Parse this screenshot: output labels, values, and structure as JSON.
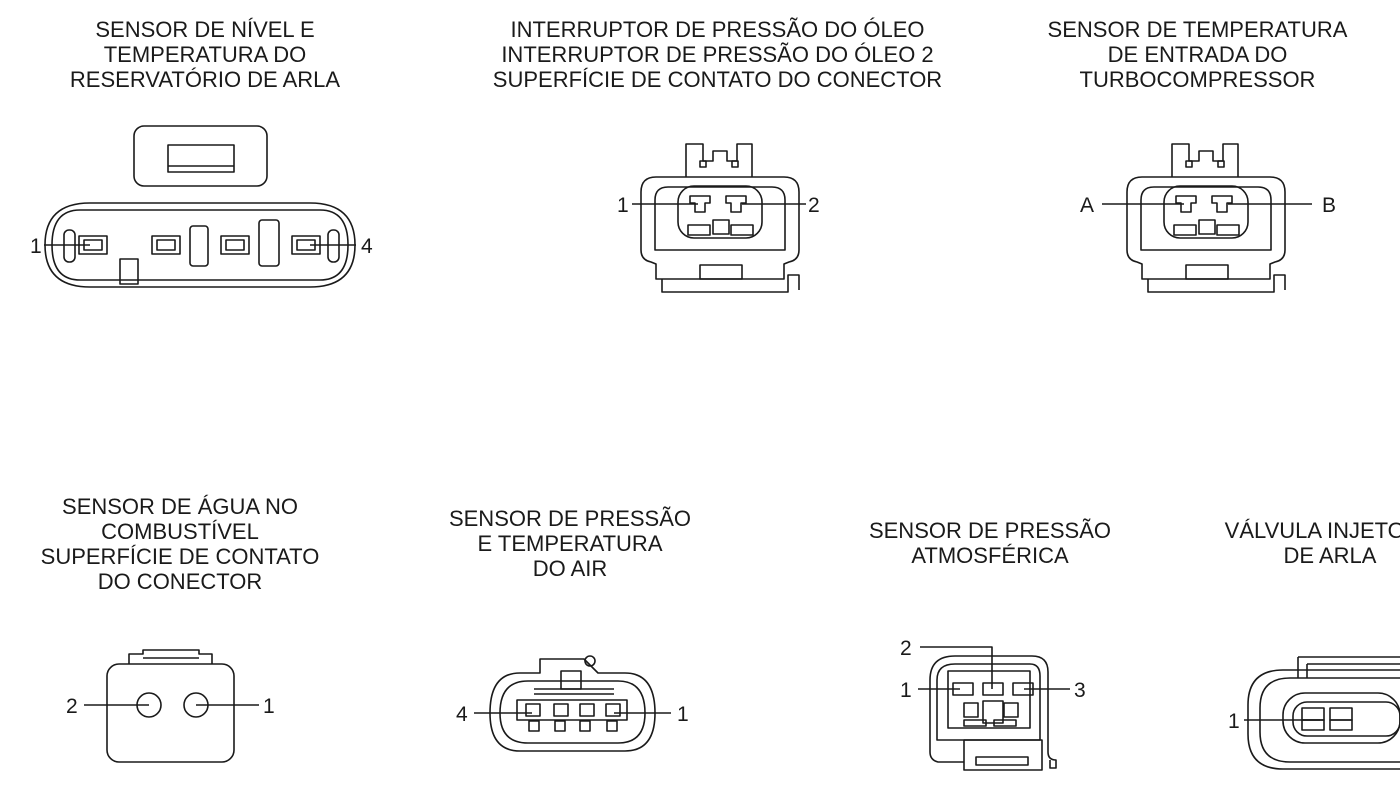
{
  "connectors": {
    "arla_level_temp": {
      "title": "SENSOR DE NÍVEL E\nTEMPERATURA DO\nRESERVATÓRIO DE ARLA",
      "pin_left": "1",
      "pin_right": "4"
    },
    "oil_pressure": {
      "title": "INTERRUPTOR DE PRESSÃO DO ÓLEO\nINTERRUPTOR DE PRESSÃO DO ÓLEO 2\nSUPERFÍCIE DE CONTATO DO CONECTOR",
      "pin_left": "1",
      "pin_right": "2"
    },
    "turbo_inlet_temp": {
      "title": "SENSOR DE TEMPERATURA\nDE ENTRADA DO\nTURBOCOMPRESSOR",
      "pin_left": "A",
      "pin_right": "B"
    },
    "water_in_fuel": {
      "title": "SENSOR DE ÁGUA NO\nCOMBUSTÍVEL\nSUPERFÍCIE DE CONTATO\nDO CONECTOR",
      "pin_left": "2",
      "pin_right": "1"
    },
    "air_pressure_temp": {
      "title": "SENSOR DE PRESSÃO\nE TEMPERATURA\nDO AIR",
      "pin_left": "4",
      "pin_right": "1"
    },
    "atmospheric_pressure": {
      "title": "SENSOR DE PRESSÃO\nATMOSFÉRICA",
      "pin_top": "2",
      "pin_left": "1",
      "pin_right": "3"
    },
    "arla_injector_valve": {
      "title": "VÁLVULA INJETORA\nDE ARLA",
      "pin_left": "1"
    }
  }
}
